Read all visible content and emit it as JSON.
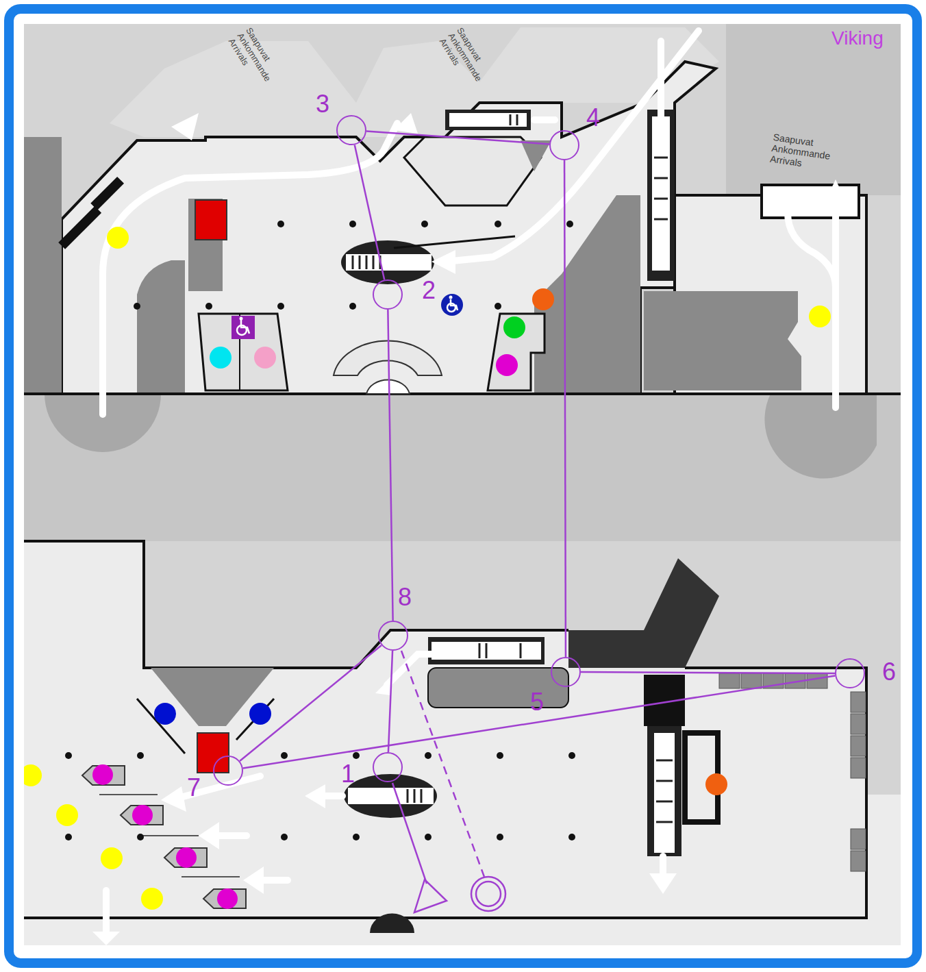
{
  "diagram": {
    "nodes": [
      {
        "text": [
          "3"
        ]
      },
      {
        "text": [
          "4"
        ]
      },
      {
        "text": [
          "2"
        ]
      },
      {
        "text": [
          "8"
        ]
      },
      {
        "text": [
          "5"
        ]
      },
      {
        "text": [
          "6"
        ]
      },
      {
        "text": [
          "1"
        ]
      },
      {
        "text": [
          "7"
        ]
      }
    ],
    "edges": [
      {
        "from": 0,
        "to": 1,
        "arrow": "none"
      },
      {
        "from": 0,
        "to": 2,
        "arrow": "none"
      },
      {
        "from": 1,
        "to": 4,
        "arrow": "none"
      },
      {
        "from": 2,
        "to": 3,
        "arrow": "none"
      },
      {
        "from": 3,
        "to": 6,
        "arrow": "none"
      },
      {
        "from": 4,
        "to": 5,
        "arrow": "none"
      },
      {
        "from": 5,
        "to": 7,
        "arrow": "none"
      },
      {
        "from": 7,
        "to": 3,
        "arrow": "none"
      }
    ],
    "labels": [
      "Saapuvat Ankommande Arrivals",
      "Saapuvat Ankommande Arrivals",
      "Saapuvat Ankommande Arrivals",
      "Viking"
    ]
  }
}
